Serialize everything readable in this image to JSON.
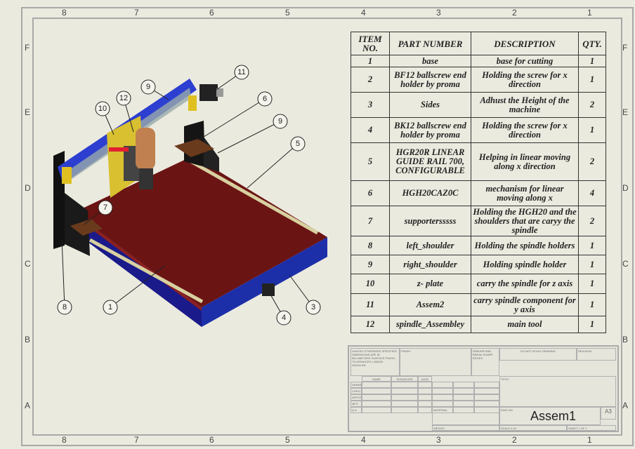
{
  "zones": {
    "columns": [
      "8",
      "7",
      "6",
      "5",
      "4",
      "3",
      "2",
      "1"
    ],
    "rows": [
      "F",
      "E",
      "D",
      "C",
      "B",
      "A"
    ]
  },
  "bom": {
    "headers": [
      "ITEM NO.",
      "PART NUMBER",
      "DESCRIPTION",
      "QTY."
    ],
    "rows": [
      [
        "1",
        "base",
        "base for cutting",
        "1"
      ],
      [
        "2",
        "BF12 ballscrew end holder by proma",
        "Holding the screw for x direction",
        "1"
      ],
      [
        "3",
        "Sides",
        "Adhust the Height of the machine",
        "2"
      ],
      [
        "4",
        "BK12 ballscrew end holder by proma",
        "Holding the screw for x direction",
        "1"
      ],
      [
        "5",
        "HGR20R LINEAR GUIDE RAIL 700, CONFIGURABLE",
        "Helping in linear moving along x direction",
        "2"
      ],
      [
        "6",
        "HGH20CAZ0C",
        "mechanism for linear moving along x",
        "4"
      ],
      [
        "7",
        "supportersssss",
        "Holding the HGH20 and the shoulders that are caryy the spindle",
        "2"
      ],
      [
        "8",
        "left_shoulder",
        "Holding the spindle holders",
        "1"
      ],
      [
        "9",
        "right_shoulder",
        "Holding spindle holder",
        "1"
      ],
      [
        "10",
        "z- plate",
        "carry the spindle  for z axis",
        "1"
      ],
      [
        "11",
        "Assem2",
        "carry spindle component for y axis",
        "1"
      ],
      [
        "12",
        "spindle_Assembley",
        "main tool",
        "1"
      ]
    ]
  },
  "title_block": {
    "tolerances": "UNLESS OTHERWISE SPECIFIED: DIMENSIONS ARE IN MILLIMETERS SURFACE FINISH: TOLERANCES: LINEAR: ANGULAR:",
    "finish": "FINISH:",
    "deburr": "DEBURR AND BREAK SHARP EDGES",
    "do_not_scale": "DO NOT SCALE DRAWING",
    "revision": "REVISION",
    "name": "NAME",
    "signature": "SIGNATURE",
    "date": "DATE",
    "title": "TITLE:",
    "roles": [
      "DRAWN",
      "CHK'D",
      "APPV'D",
      "MFG",
      "Q.A"
    ],
    "material": "MATERIAL:",
    "weight": "WEIGHT:",
    "dwg_no": "DWG NO.",
    "drawing_number": "Assem1",
    "size": "A3",
    "scale": "SCALE:1:10",
    "sheet": "SHEET 1 OF 1"
  },
  "balloons": [
    "1",
    "3",
    "4",
    "5",
    "6",
    "7",
    "8",
    "9",
    "9",
    "10",
    "11",
    "12"
  ]
}
